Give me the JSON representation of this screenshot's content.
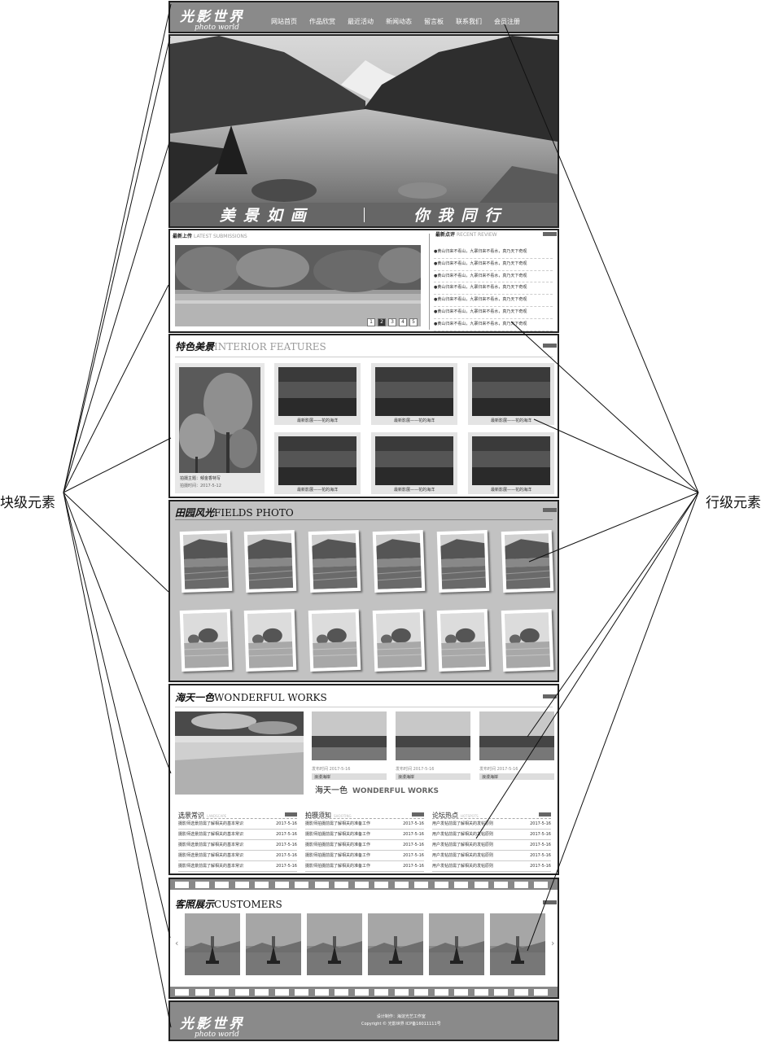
{
  "labels": {
    "block_level": "块级元素",
    "inline_level": "行级元素"
  },
  "header": {
    "logo_cn": "光影世界",
    "logo_en": "photo world",
    "nav": [
      "网站首页",
      "作品欣赏",
      "最近活动",
      "新闻动态",
      "留言板",
      "联系我们",
      "会员注册"
    ]
  },
  "banner": {
    "caption_left": "美景如画",
    "caption_right": "你我同行"
  },
  "latest": {
    "title": "最新上传",
    "title_en": "LATEST SUBMISSIONS",
    "pager": [
      "1",
      "2",
      "3",
      "4",
      "5"
    ],
    "review_title": "最新点评",
    "review_title_en": "RECENT REVIEW",
    "reviews": [
      "黄山归来不看山，九寨归来不看水，真乃天下奇观",
      "黄山归来不看山，九寨归来不看水，真乃天下奇观",
      "黄山归来不看山，九寨归来不看水，真乃天下奇观",
      "黄山归来不看山，九寨归来不看水，真乃天下奇观",
      "黄山归来不看山，九寨归来不看水，真乃天下奇观",
      "黄山归来不看山，九寨归来不看水，真乃天下奇观",
      "黄山归来不看山，九寨归来不看水，真乃天下奇观"
    ]
  },
  "features": {
    "title_cn": "特色美景",
    "title_en": "INTERIOR FEATURES",
    "left_title": "拍摄主题：郁金香特写",
    "left_date": "拍摄时间：2017-5-12",
    "thumb_caption": "最新影展——花的海洋"
  },
  "fields": {
    "title_cn": "田园风光",
    "title_en": "FIELDS PHOTO"
  },
  "works": {
    "title_cn": "海天一色",
    "title_en": "WONDERFUL WORKS",
    "cards": [
      {
        "date": "发布时间 2017-5-16",
        "name": "浪漫海岸"
      },
      {
        "date": "发布时间 2017-5-16",
        "name": "浪漫海岸"
      },
      {
        "date": "发布时间 2017-5-16",
        "name": "浪漫海岸"
      }
    ],
    "mid_cn": "海天一色",
    "mid_en": "WONDERFUL WORKS",
    "columns": [
      {
        "title": "选景常识",
        "sub": "LANDSCAPE",
        "row_text": "摄影师选景前需了解相关的基本常识",
        "row_date": "2017-5-16"
      },
      {
        "title": "拍摄须知",
        "sub": "SHOOTING",
        "row_text": "摄影师拍摄前需了解相关的准备工作",
        "row_date": "2017-5-16"
      },
      {
        "title": "论坛热点",
        "sub": "HOTSPOTS",
        "row_text": "用户发帖前需了解相关的发帖原则",
        "row_date": "2017-5-16"
      }
    ]
  },
  "customers": {
    "title_cn": "客照展示",
    "title_en": "CUSTOMERS"
  },
  "footer": {
    "logo_cn": "光影世界",
    "logo_en": "photo world",
    "line1": "设计制作：海淀光艺工作室",
    "line2": "Copyright © 光影世界 ICP备16011111号"
  }
}
